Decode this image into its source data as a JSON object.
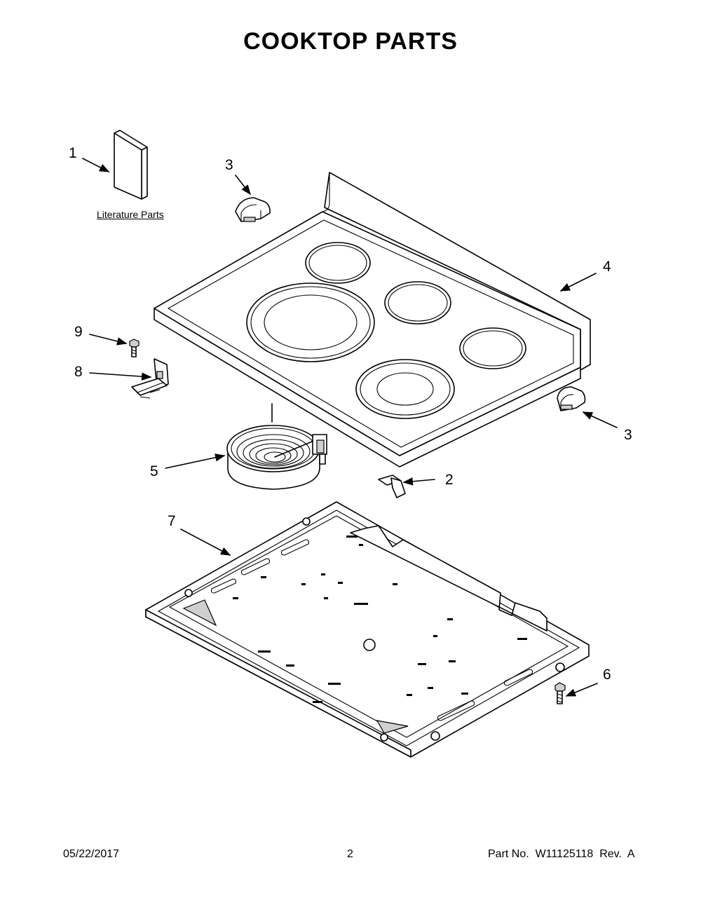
{
  "title": "COOKTOP PARTS",
  "literature_label": "Literature Parts",
  "callouts": {
    "c1": "1",
    "c3a": "3",
    "c4": "4",
    "c9": "9",
    "c8": "8",
    "c3b": "3",
    "c5": "5",
    "c2": "2",
    "c7": "7",
    "c6": "6"
  },
  "footer": {
    "date": "05/22/2017",
    "page": "2",
    "part_no": "Part No.  W11125118  Rev.  A"
  },
  "parts": [
    {
      "number": "1",
      "name": "literature-parts"
    },
    {
      "number": "2",
      "name": "clip"
    },
    {
      "number": "3",
      "name": "bracket"
    },
    {
      "number": "4",
      "name": "cooktop"
    },
    {
      "number": "5",
      "name": "surface-element"
    },
    {
      "number": "6",
      "name": "screw"
    },
    {
      "number": "7",
      "name": "cooktop-support-pan"
    },
    {
      "number": "8",
      "name": "terminal-block-bracket"
    },
    {
      "number": "9",
      "name": "screw"
    }
  ]
}
